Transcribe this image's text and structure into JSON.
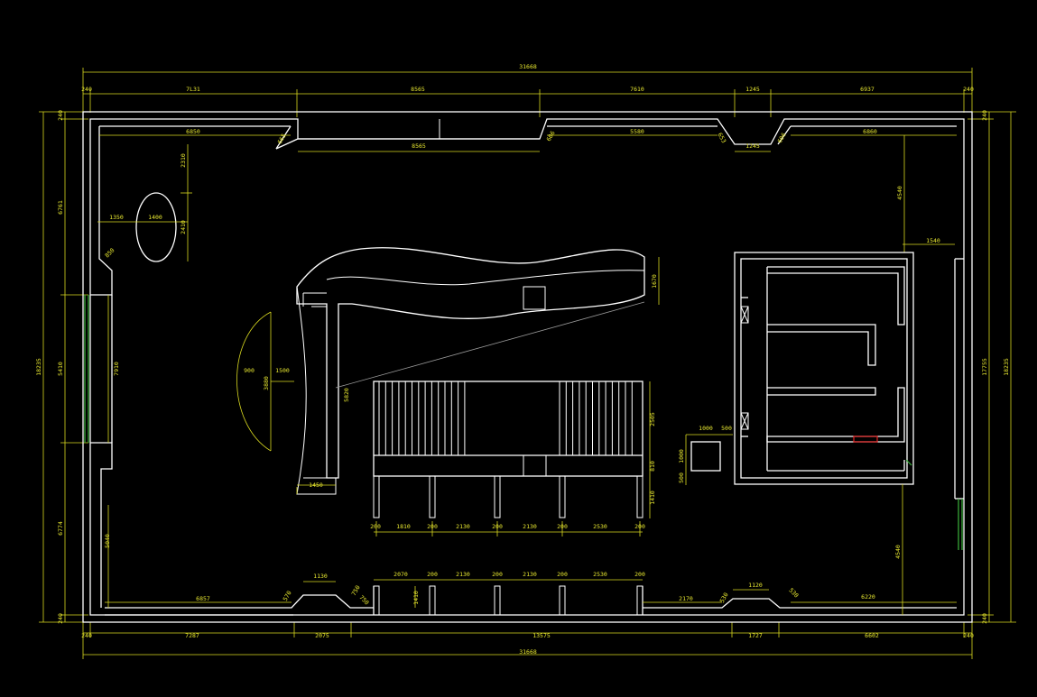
{
  "colors": {
    "background": "#000000",
    "wall": "#ffffff",
    "dimension": "#d8d820",
    "window": "#3cb43c",
    "marker": "#e02020"
  },
  "overall": {
    "top_total": "31668",
    "bottom_total": "31668",
    "left_total": "18235",
    "right_total": "18235",
    "right_inner": "17755"
  },
  "top_chain": [
    "240",
    "7L31",
    "8565",
    "7610",
    "1245",
    "6937",
    "240"
  ],
  "bottom_chain": [
    "240",
    "7287",
    "2075",
    "13575",
    "1727",
    "6602",
    "240"
  ],
  "left_chain": [
    "240",
    "6761",
    "5410",
    "6774",
    "240"
  ],
  "right_chain": [
    "240",
    "240"
  ],
  "inner_labels": {
    "top_left_run": "6850",
    "top_45a": "665",
    "top_bay": "8565",
    "top_45b": "606",
    "top_right_run": "5580",
    "top_45c": "653",
    "top_small": "1245",
    "top_45d": "606",
    "top_far_right": "6860",
    "oval_width": "1400",
    "oval_offset": "1350",
    "oval_v1": "2310",
    "oval_v2": "2410",
    "corner_45": "850",
    "right_v_top": "4540",
    "right_h": "1540",
    "left_window": "7910",
    "left_lower": "5040",
    "desk_height": "1670",
    "arc_depth": "900",
    "arc_span": "1500",
    "arc_chord": "3880",
    "desk_depth": "5820",
    "desk_base": "1450",
    "box_w": "1000",
    "box_gap": "500",
    "box_h": "1000",
    "box_low": "500",
    "stair_top": "2505",
    "stair_mid": "810",
    "stair_low": "1410",
    "right_v_low": "4540",
    "bottom_left_run": "6857",
    "bottom_45a": "570",
    "bottom_bay": "1130",
    "bottom_45b": "750",
    "bottom_45c": "750",
    "bottom_right_a": "2170",
    "bottom_45d": "530",
    "bottom_bay2": "1120",
    "bottom_45e": "530",
    "bottom_right_run": "6220",
    "column_h": "1410"
  },
  "bay_row_upper": [
    "200",
    "1810",
    "200",
    "2130",
    "200",
    "2130",
    "200",
    "2530",
    "200"
  ],
  "bay_row_lower": [
    "2070",
    "200",
    "2130",
    "200",
    "2130",
    "200",
    "2530",
    "200"
  ]
}
